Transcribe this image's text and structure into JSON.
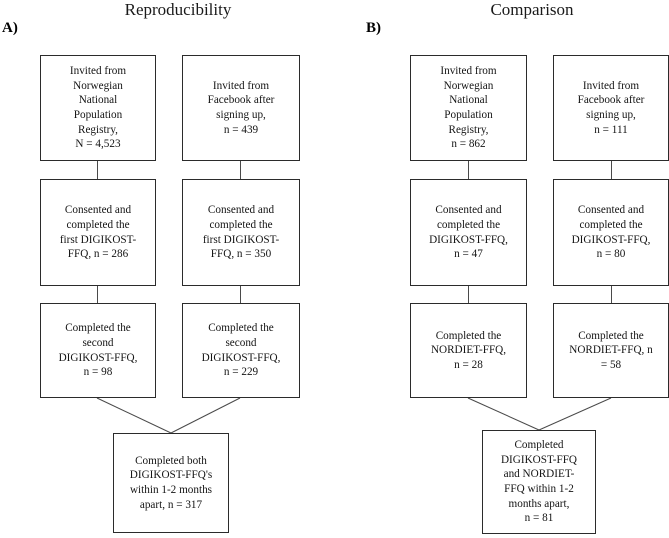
{
  "figure": {
    "type": "flowchart",
    "panels": [
      {
        "id": "A",
        "label": "A)",
        "title": "Reproducibility",
        "boxes": [
          {
            "name": "invited-registry",
            "text": "Invited from\nNorwegian\nNational\nPopulation\nRegistry,\nN = 4,523"
          },
          {
            "name": "invited-facebook",
            "text": "Invited from\nFacebook after\nsigning up,\nn = 439"
          },
          {
            "name": "consented-first-ffq-registry",
            "text": "Consented and\ncompleted the\nfirst DIGIKOST-\nFFQ, n = 286"
          },
          {
            "name": "consented-first-ffq-facebook",
            "text": "Consented and\ncompleted the\nfirst DIGIKOST-\nFFQ, n = 350"
          },
          {
            "name": "completed-second-ffq-registry",
            "text": "Completed the\nsecond\nDIGIKOST-FFQ,\nn = 98"
          },
          {
            "name": "completed-second-ffq-facebook",
            "text": "Completed the\nsecond\nDIGIKOST-FFQ,\nn = 229"
          },
          {
            "name": "completed-both-ffq",
            "text": "Completed both\nDIGIKOST-FFQ's\nwithin 1-2 months\napart, n  = 317"
          }
        ]
      },
      {
        "id": "B",
        "label": "B)",
        "title": "Comparison",
        "boxes": [
          {
            "name": "invited-registry",
            "text": "Invited from\nNorwegian\nNational\nPopulation\nRegistry,\nn = 862"
          },
          {
            "name": "invited-facebook",
            "text": "Invited from\nFacebook after\nsigning up,\nn = 111"
          },
          {
            "name": "consented-ffq-registry",
            "text": "Consented and\ncompleted the\nDIGIKOST-FFQ,\nn = 47"
          },
          {
            "name": "consented-ffq-facebook",
            "text": "Consented and\ncompleted the\nDIGIKOST-FFQ,\nn = 80"
          },
          {
            "name": "completed-nordiet-registry",
            "text": "Completed the\nNORDIET-FFQ,\nn = 28"
          },
          {
            "name": "completed-nordiet-facebook",
            "text": "Completed the\nNORDIET-FFQ, n\n= 58"
          },
          {
            "name": "completed-both-ffq",
            "text": "Completed\nDIGIKOST-FFQ\nand NORDIET-\nFFQ within 1-2\nmonths apart,\nn = 81"
          }
        ]
      }
    ]
  },
  "colors": {
    "box_border": "#2b2b2b",
    "connector": "#4a4a4a",
    "text": "#141414",
    "background": "#ffffff"
  }
}
